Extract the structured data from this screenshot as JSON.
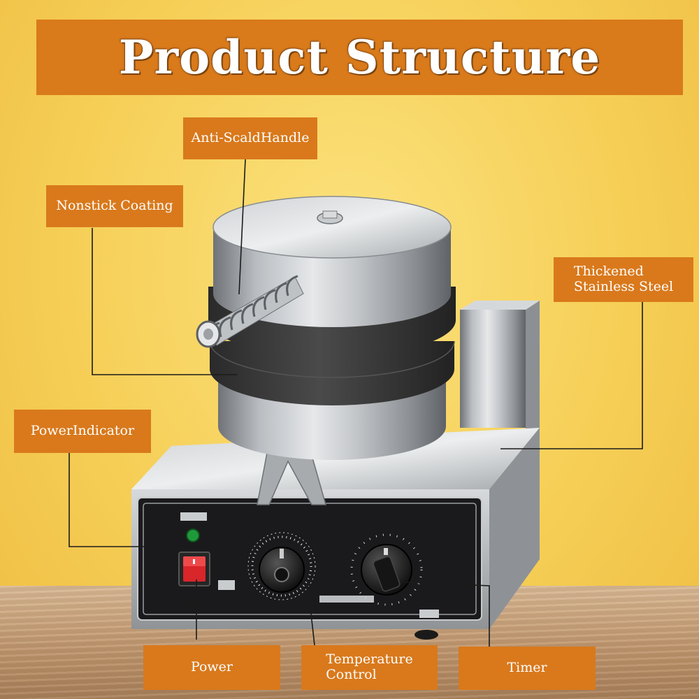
{
  "title": "Product Structure",
  "labels": {
    "anti_scald_handle": "Anti-ScaldHandle",
    "nonstick_coating": "Nonstick Coating",
    "thickened_steel": "Thickened\nStainless Steel",
    "power_indicator": "PowerIndicator",
    "power": "Power",
    "temperature_control": "Temperature\nControl",
    "timer": "Timer"
  },
  "colors": {
    "banner": "#d97a1b",
    "label_bg": "#d9791c",
    "background": "#f6cf57",
    "indicator_light": "#1f9a3a",
    "power_switch": "#d8262a"
  }
}
